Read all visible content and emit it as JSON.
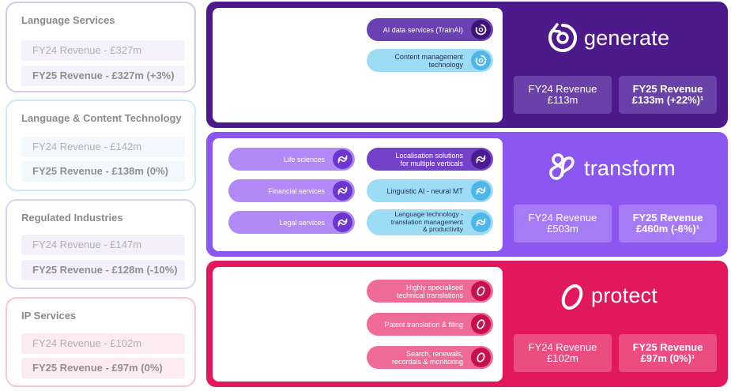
{
  "segments": [
    {
      "title": "Language Services",
      "fy24": "FY24 Revenue - £327m",
      "fy25": "FY25 Revenue - £327m (+3%)"
    },
    {
      "title": "Language & Content Technology",
      "fy24": "FY24 Revenue - £142m",
      "fy25": "FY25 Revenue - £138m (0%)"
    },
    {
      "title": "Regulated Industries",
      "fy24": "FY24 Revenue - £147m",
      "fy25": "FY25 Revenue - £128m (-10%)"
    },
    {
      "title": "IP Services",
      "fy24": "FY24 Revenue - £102m",
      "fy25": "FY25 Revenue - £97m (0%)"
    }
  ],
  "generate": {
    "name": "generate",
    "items": [
      "AI data services (TrainAI)",
      "Content management\ntechnology"
    ],
    "fy24": [
      "FY24 Revenue",
      "£113m"
    ],
    "fy25": [
      "FY25 Revenue",
      "£133m (+22%)¹"
    ]
  },
  "transform": {
    "name": "transform",
    "items_left": [
      "Life sciences",
      "Financial services",
      "Legal services"
    ],
    "items_right": [
      "Localisation solutions\nfor multiple verticals",
      "Linguistic AI - neural MT",
      "Language technology -\ntranslation management\n& productivity"
    ],
    "fy24": [
      "FY24 Revenue",
      "£503m"
    ],
    "fy25": [
      "FY25 Revenue",
      "£460m (-6%)¹"
    ]
  },
  "protect": {
    "name": "protect",
    "items": [
      "Highly specialised\ntechnical translations",
      "Patent translation & filing",
      "Search, renewals,\nrecordals & monitoring"
    ],
    "fy24": [
      "FY24 Revenue",
      "£102m"
    ],
    "fy25": [
      "FY25 Revenue",
      "£97m (0%)¹"
    ]
  },
  "colors": {
    "generate": "#4d1a8c",
    "transform": "#8b57f0",
    "protect": "#e2185d"
  },
  "icons": {
    "generate": "circular-arrows-icon",
    "transform": "wave-loop-icon",
    "protect": "oval-ring-icon"
  }
}
